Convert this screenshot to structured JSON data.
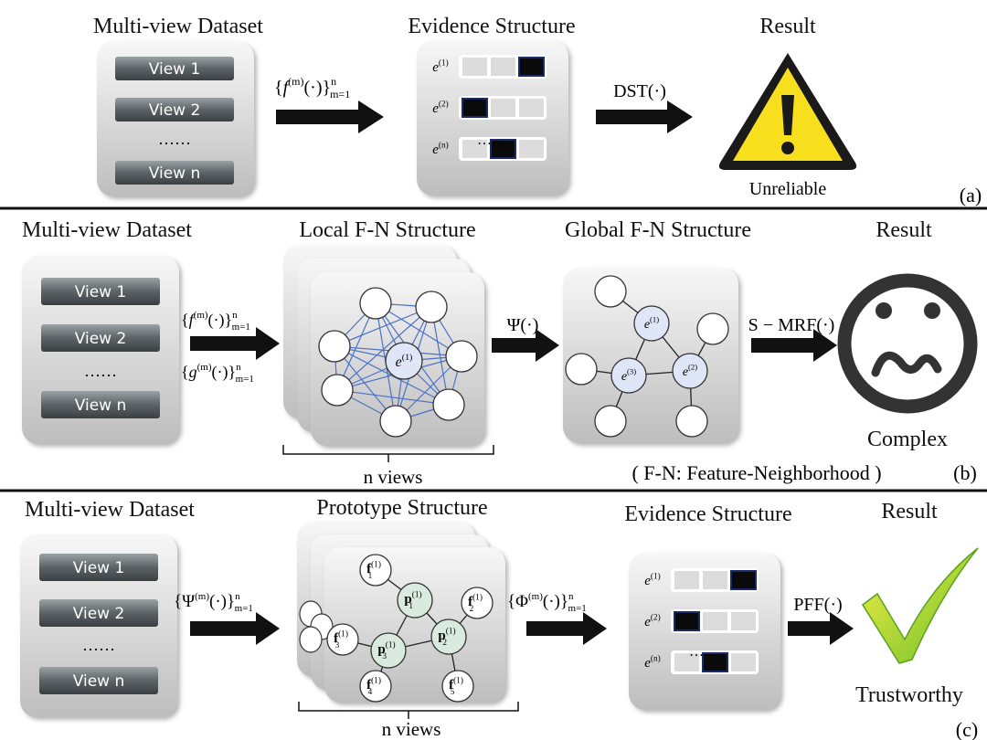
{
  "panel_a": {
    "dataset_title": "Multi-view Dataset",
    "views": [
      "View 1",
      "View 2",
      "View n"
    ],
    "ellipsis": "……",
    "func": "{f(m)(·)}n m=1",
    "evidence_title": "Evidence Structure",
    "evidence_rows": [
      "e(1)",
      "e(2)",
      "e(n)"
    ],
    "dst": "DST(·)",
    "result_title": "Result",
    "result_label": "Unreliable",
    "tag": "(a)"
  },
  "panel_b": {
    "dataset_title": "Multi-view Dataset",
    "views": [
      "View 1",
      "View 2",
      "View n"
    ],
    "ellipsis": "……",
    "func_f": "{f(m)(·)}n m=1",
    "func_g": "{g(m)(·)}n m=1",
    "local_title": "Local F-N Structure",
    "local_center": "e(1)",
    "local_caption": "n views",
    "psi": "Ψ(·)",
    "global_title": "Global F-N Structure",
    "global_nodes": [
      "e(1)",
      "e(2)",
      "e(3)"
    ],
    "smrf": "S − MRF(·)",
    "result_title": "Result",
    "result_label": "Complex",
    "footnote": "( F-N: Feature-Neighborhood )",
    "tag": "(b)"
  },
  "panel_c": {
    "dataset_title": "Multi-view Dataset",
    "views": [
      "View 1",
      "View 2",
      "View n"
    ],
    "ellipsis": "……",
    "func_psi": "{Ψ(m)(·)}n m=1",
    "prototype_title": "Prototype Structure",
    "prototype_nodes": [
      "f1(1)",
      "f2(1)",
      "f3(1)",
      "f4(1)",
      "f5(1)",
      "p1(1)",
      "p2(1)",
      "p3(1)"
    ],
    "prototype_caption": "n views",
    "func_phi": "{Φ(m)(·)}n m=1",
    "evidence_title": "Evidence Structure",
    "evidence_rows": [
      "e(1)",
      "e(2)",
      "e(n)"
    ],
    "pff": "PFF(·)",
    "result_title": "Result",
    "result_label": "Trustworthy",
    "tag": "(c)"
  },
  "colors": {
    "edge_blue": "#4a72c8",
    "node_blue": "#dfe6f7",
    "node_green": "#d9ebdf",
    "warning_yellow": "#f7df1e",
    "check_green": "#8ccf2a"
  }
}
